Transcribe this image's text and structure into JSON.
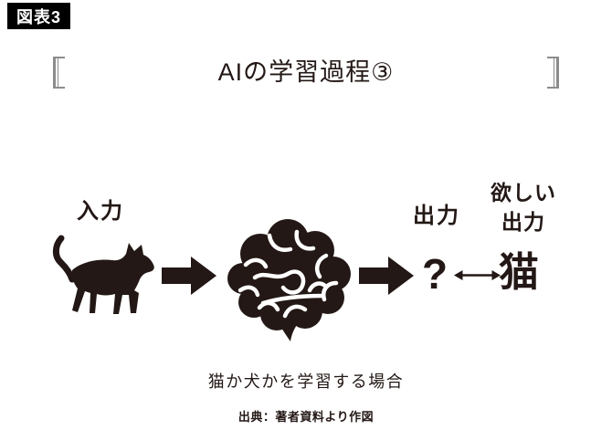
{
  "figure_badge": "図表3",
  "title": "AIの学習過程③",
  "diagram": {
    "input_label": "入力",
    "output_label": "出力",
    "desired_output_label": {
      "line1": "欲しい",
      "line2": "出力"
    },
    "question_mark": "?",
    "desired_answer": "猫",
    "icons": {
      "cat": "cat-silhouette-icon",
      "brain": "brain-icon",
      "input_arrow": "right-arrow-icon",
      "output_arrow": "right-arrow-icon",
      "compare": "double-headed-arrow-icon"
    }
  },
  "caption": "猫か犬かを学習する場合",
  "source": "出典：著者資料より作図",
  "colors": {
    "ink": "#231815",
    "badge_bg": "#000000",
    "badge_text": "#ffffff",
    "bracket": "#8c8c8c",
    "background": "#ffffff"
  }
}
